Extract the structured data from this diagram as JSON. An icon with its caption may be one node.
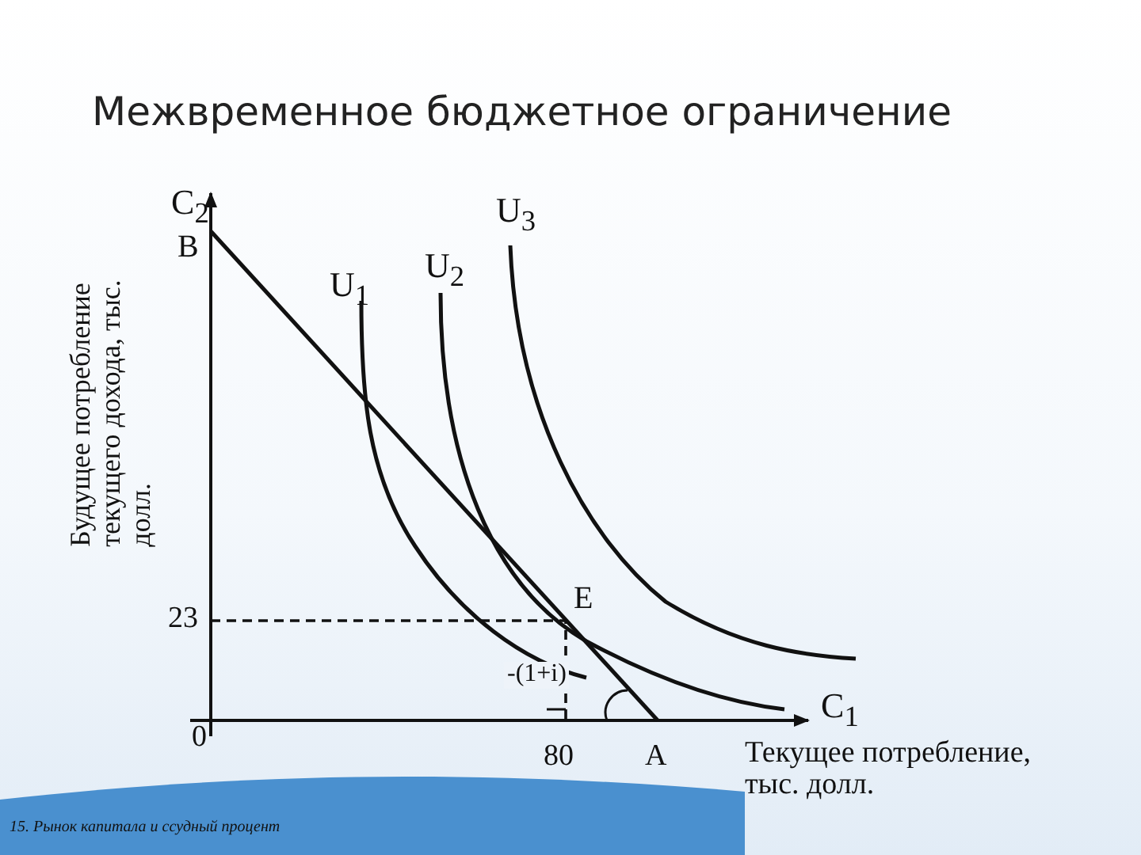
{
  "diagram": {
    "title": "Межвременное бюджетное ограничение",
    "labels": [
      "C$_{2}$",
      "B",
      "U$_{1}$",
      "U$_{2}$",
      "U$_{3}$",
      "Будущее потребление текущего дохода, тыс. долл.",
      "E",
      "23",
      "-(1+i)",
      "C$_{1}$",
      "0",
      "80",
      "A",
      "Текущее потребление, тыс. долл.",
      "15. Рынок капитала и ссудный процент"
    ]
  }
}
